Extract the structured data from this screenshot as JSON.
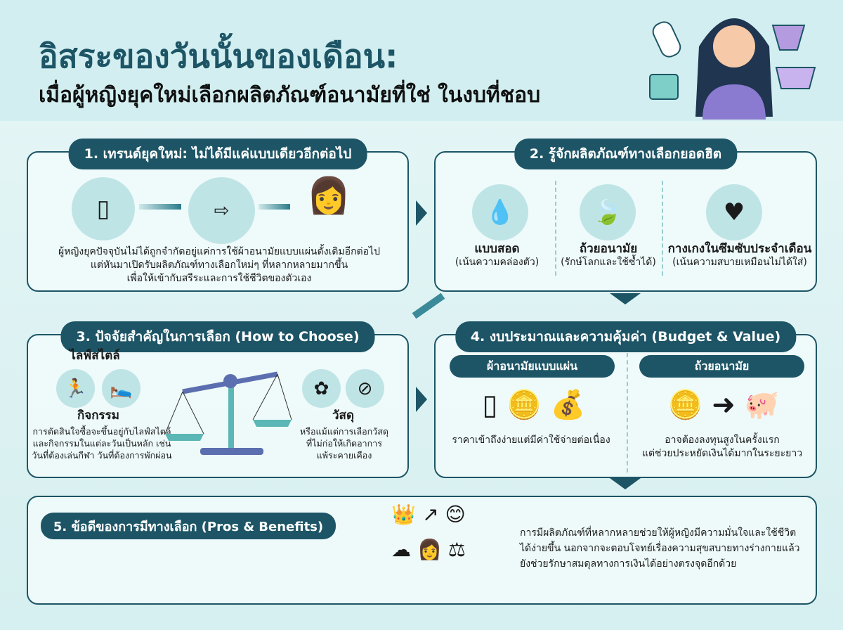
{
  "header": {
    "title": "อิสระของวันนั้นของเดือน:",
    "subtitle": "เมื่อผู้หญิงยุคใหม่เลือกผลิตภัณฑ์อนามัยที่ใช่ ในงบที่ชอบ"
  },
  "colors": {
    "primary": "#1d5566",
    "background": "#e6f6f6",
    "icon_circle": "#bfe4e6",
    "accent_purple": "#9b7fd0"
  },
  "section1": {
    "title": "1. เทรนด์ยุคใหม่: ไม่ได้มีแค่แบบเดียวอีกต่อไป",
    "text": [
      "ผู้หญิงยุคปัจจุบันไม่ได้ถูกจำกัดอยู่แค่การใช้ผ้าอนามัยแบบแผ่นดั้งเดิมอีกต่อไป",
      "แต่หันมาเปิดรับผลิตภัณฑ์ทางเลือกใหม่ๆ ที่หลากหลายมากขึ้น",
      "เพื่อให้เข้ากับสรีระและการใช้ชีวิตของตัวเอง"
    ]
  },
  "section2": {
    "title": "2. รู้จักผลิตภัณฑ์ทางเลือกยอดฮิต",
    "items": [
      {
        "name": "แบบสอด",
        "desc": "(เน้นความคล่องตัว)",
        "icon": "tampon-icon"
      },
      {
        "name": "ถ้วยอนามัย",
        "desc": "(รักษ์โลกและใช้ซ้ำได้)",
        "icon": "menstrual-cup-icon"
      },
      {
        "name": "กางเกงในซึมซับประจำเดือน",
        "desc": "(เน้นความสบายเหมือนไม่ได้ใส่)",
        "icon": "period-underwear-icon"
      }
    ]
  },
  "section3": {
    "title": "3. ปัจจัยสำคัญในการเลือก (How to Choose)",
    "lifestyle_label": "ไลฟ์สไตล์",
    "activity_label": "กิจกรรม",
    "activity_text": [
      "การตัดสินใจซื้อจะขึ้นอยู่กับไลฟ์สไตล์",
      "และกิจกรรมในแต่ละวันเป็นหลัก เช่น",
      "วันที่ต้องเล่นกีฬา วันที่ต้องการพักผ่อน"
    ],
    "material_label": "วัสดุ",
    "material_text": [
      "หรือแม้แต่การเลือกวัสดุ",
      "ที่ไม่ก่อให้เกิดอาการ",
      "แพ้ระคายเคือง"
    ]
  },
  "section4": {
    "title": "4. งบประมาณและความคุ้มค่า (Budget & Value)",
    "pad": {
      "label": "ผ้าอนามัยแบบแผ่น",
      "text": "ราคาเข้าถึงง่ายแต่มีค่าใช้จ่ายต่อเนื่อง"
    },
    "cup": {
      "label": "ถ้วยอนามัย",
      "text": [
        "อาจต้องลงทุนสูงในครั้งแรก",
        "แต่ช่วยประหยัดเงินได้มากในระยะยาว"
      ]
    }
  },
  "section5": {
    "title": "5. ข้อดีของการมีทางเลือก (Pros & Benefits)",
    "text": [
      "การมีผลิตภัณฑ์ที่หลากหลายช่วยให้ผู้หญิงมีความมั่นใจและใช้ชีวิต",
      "ได้ง่ายขึ้น นอกจากจะตอบโจทย์เรื่องความสุขสบายทางร่างกายแล้ว",
      "ยังช่วยรักษาสมดุลทางการเงินได้อย่างตรงจุดอีกด้วย"
    ]
  }
}
